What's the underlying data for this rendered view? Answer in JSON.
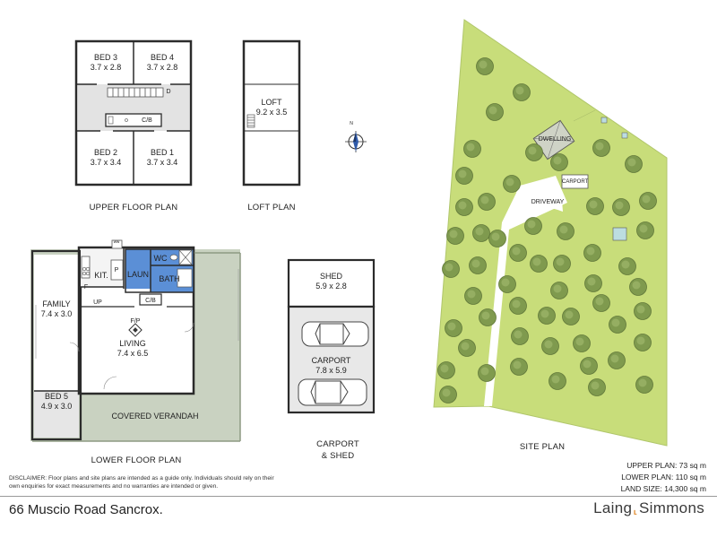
{
  "upper_floor": {
    "title": "UPPER FLOOR PLAN",
    "rooms": [
      {
        "name": "BED 3",
        "size": "3.7 x 2.8"
      },
      {
        "name": "BED 4",
        "size": "3.7 x 2.8"
      },
      {
        "name": "BED 2",
        "size": "3.7 x 3.4"
      },
      {
        "name": "BED 1",
        "size": "3.7 x 3.4"
      }
    ],
    "tags": {
      "cb": "C/B",
      "d": "D"
    }
  },
  "loft": {
    "title": "LOFT PLAN",
    "room": {
      "name": "LOFT",
      "size": "9.2 x 3.5"
    }
  },
  "compass": {
    "north": "N"
  },
  "lower_floor": {
    "title": "LOWER FLOOR PLAN",
    "rooms": {
      "family": {
        "name": "FAMILY",
        "size": "7.4 x 3.0"
      },
      "living": {
        "name": "LIVING",
        "size": "7.4 x 6.5"
      },
      "bed5": {
        "name": "BED 5",
        "size": "4.9 x 3.0"
      },
      "verandah": {
        "name": "COVERED VERANDAH"
      },
      "kit": {
        "name": "KIT."
      },
      "laun": {
        "name": "LAUN"
      },
      "wc": {
        "name": "WC"
      },
      "bath": {
        "name": "BATH"
      }
    },
    "tags": {
      "up": "UP",
      "cb": "C/B",
      "fp": "F/P",
      "p": "P",
      "f": "F",
      "ww": "ww"
    }
  },
  "carport_shed": {
    "title_line1": "CARPORT",
    "title_line2": "& SHED",
    "shed": {
      "name": "SHED",
      "size": "5.9 x 2.8"
    },
    "carport": {
      "name": "CARPORT",
      "size": "7.8 x 5.9"
    }
  },
  "site_plan": {
    "title": "SITE PLAN",
    "labels": {
      "dwelling": "DWELLING",
      "carport": "CARPORT",
      "driveway": "DRIVEWAY"
    }
  },
  "stats": {
    "upper_plan": "UPPER PLAN: 73 sq m",
    "lower_plan": "LOWER PLAN: 110 sq m",
    "land_size": "LAND SIZE: 14,300 sq m"
  },
  "disclaimer": "DISCLAIMER: Floor plans and site plans are intended as a guide only. Individuals should rely on their own enquiries for exact measurements and no warranties are intended or given.",
  "address": "66 Muscio Road Sancrox.",
  "brand": {
    "part1": "Laing",
    "mark": "⸤",
    "part2": "Simmons"
  },
  "colors": {
    "wall": "#2b2b2b",
    "floor_grey": "#e6e6e6",
    "wet_area_blue": "#5b8fd6",
    "verandah_green": "#c9d2c1",
    "site_green": "#c8dd7a",
    "tree_green": "#7f9a4e",
    "brand_accent": "#e08a2c"
  }
}
